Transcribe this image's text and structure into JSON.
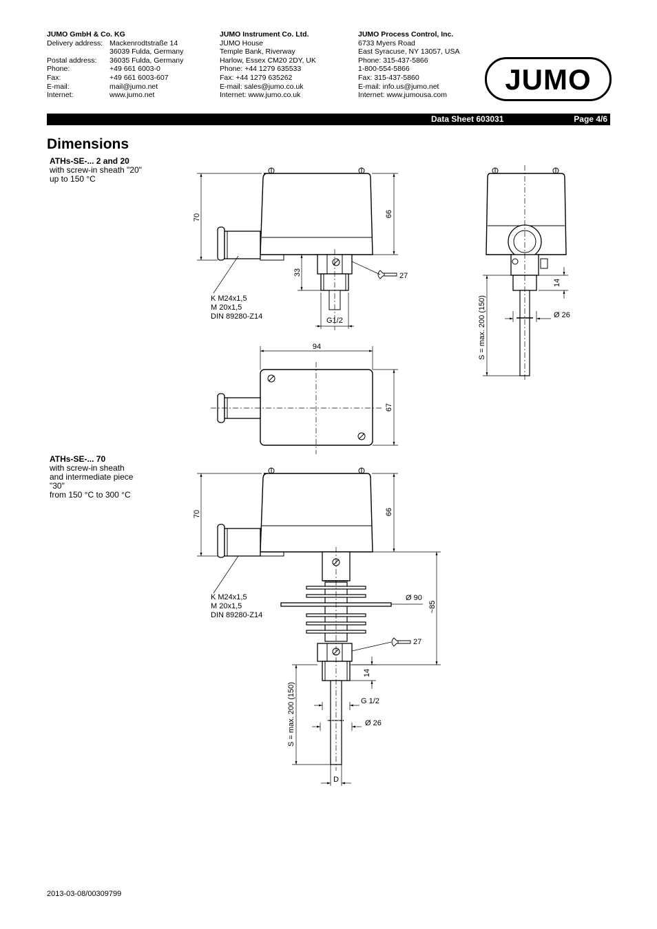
{
  "addresses": [
    {
      "company": "JUMO GmbH & Co. KG",
      "lines": [
        [
          "Delivery address:",
          "Mackenrodtstraße 14"
        ],
        [
          "",
          "36039 Fulda, Germany"
        ],
        [
          "Postal address:",
          "36035 Fulda, Germany"
        ],
        [
          "Phone:",
          "+49 661 6003-0"
        ],
        [
          "Fax:",
          "+49 661 6003-607"
        ],
        [
          "E-mail:",
          "mail@jumo.net"
        ],
        [
          "Internet:",
          "www.jumo.net"
        ]
      ]
    },
    {
      "company": "JUMO Instrument Co. Ltd.",
      "lines": [
        "JUMO House",
        "Temple Bank, Riverway",
        "Harlow, Essex CM20 2DY, UK",
        "Phone:    +44 1279 635533",
        "Fax:        +44 1279 635262",
        "E-mail:   sales@jumo.co.uk",
        "Internet: www.jumo.co.uk"
      ]
    },
    {
      "company": "JUMO Process Control, Inc.",
      "lines": [
        "6733 Myers Road",
        "East Syracuse, NY 13057, USA",
        "Phone:   315-437-5866",
        "               1-800-554-5866",
        "Fax:        315-437-5860",
        "E-mail:   info.us@jumo.net",
        "Internet: www.jumousa.com"
      ]
    }
  ],
  "logo_text": "JUMO",
  "header_bar": {
    "data_sheet": "Data Sheet 603031",
    "page": "Page 4/6"
  },
  "section_title": "Dimensions",
  "variant1": {
    "title": "ATHs-SE-... 2 and 20",
    "desc": [
      "with screw-in sheath \"20\"",
      "up to 150 °C"
    ]
  },
  "variant2": {
    "title": "ATHs-SE-... 70",
    "desc": [
      "with screw-in sheath",
      "and intermediate piece",
      "\"30\"",
      "from 150 °C to 300 °C"
    ]
  },
  "dims1": {
    "h70": "70",
    "h66": "66",
    "h33": "33",
    "wrench": "27",
    "w94": "94",
    "w67": "67",
    "cable": [
      "K M24x1,5",
      "M 20x1,5",
      "DIN 89280-Z14"
    ],
    "thread": "G1/2",
    "side14": "14",
    "side26": "Ø 26",
    "sideS": "S = max. 200 (150)"
  },
  "dims2": {
    "h70": "70",
    "h66": "66",
    "d90": "Ø 90",
    "h85": "~85",
    "wrench": "27",
    "h14": "14",
    "thread": "G 1/2",
    "d26": "Ø 26",
    "sS": "S = max. 200 (150)",
    "d": "D",
    "cable": [
      "K M24x1,5",
      "M 20x1,5",
      "DIN 89280-Z14"
    ]
  },
  "footer": "2013-03-08/00309799"
}
